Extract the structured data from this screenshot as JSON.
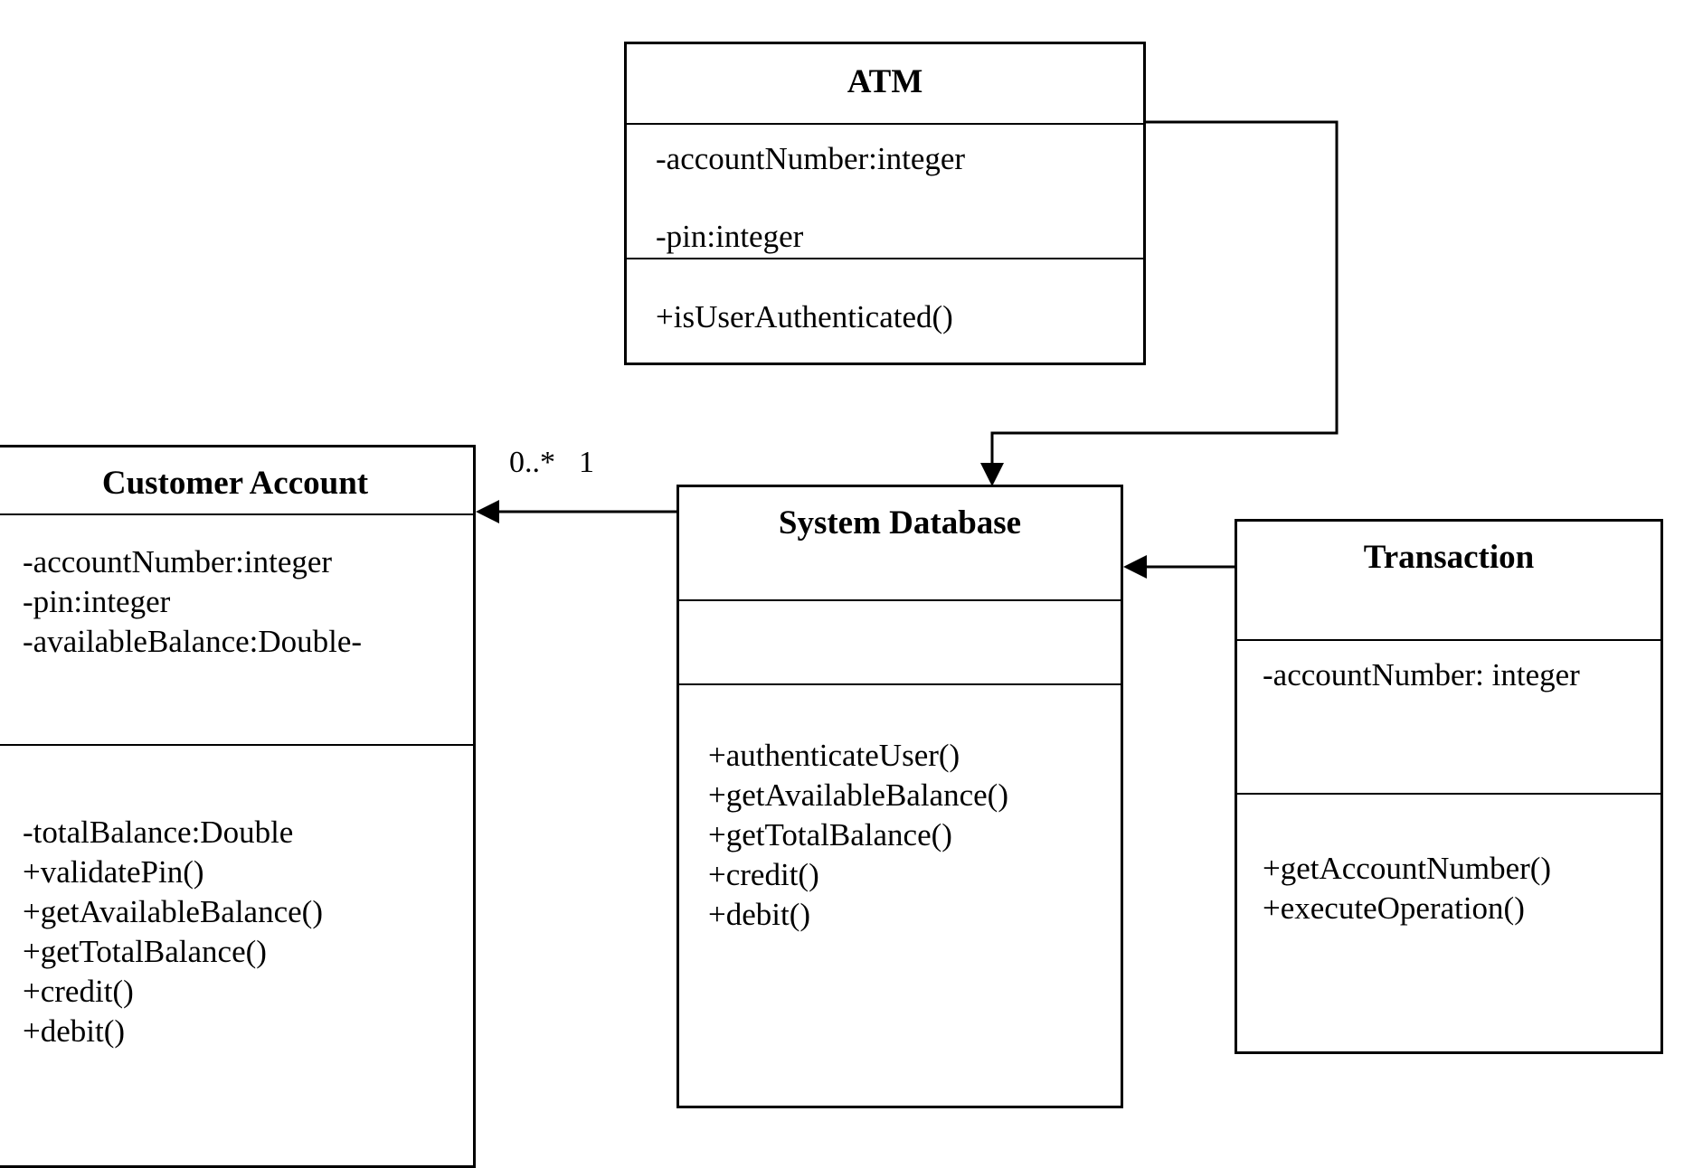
{
  "classes": {
    "atm": {
      "name": "ATM",
      "attributes": [
        "-accountNumber:integer",
        "-pin:integer"
      ],
      "methods": [
        "+isUserAuthenticated()"
      ]
    },
    "customer_account": {
      "name": "Customer Account",
      "attributes": [
        "-accountNumber:integer",
        "-pin:integer",
        "-availableBalance:Double-"
      ],
      "methods": [
        "-totalBalance:Double",
        "+validatePin()",
        "+getAvailableBalance()",
        "+getTotalBalance()",
        "+credit()",
        "+debit()"
      ]
    },
    "system_database": {
      "name": "System Database",
      "attributes": [],
      "methods": [
        "+authenticateUser()",
        "+getAvailableBalance()",
        "+getTotalBalance()",
        "+credit()",
        "+debit()"
      ]
    },
    "transaction": {
      "name": "Transaction",
      "attributes": [
        "-accountNumber: integer"
      ],
      "methods": [
        "+getAccountNumber()",
        "+executeOperation()"
      ]
    }
  },
  "associations": {
    "database_to_customer": {
      "source_multiplicity": "1",
      "target_multiplicity": "0..*"
    }
  }
}
